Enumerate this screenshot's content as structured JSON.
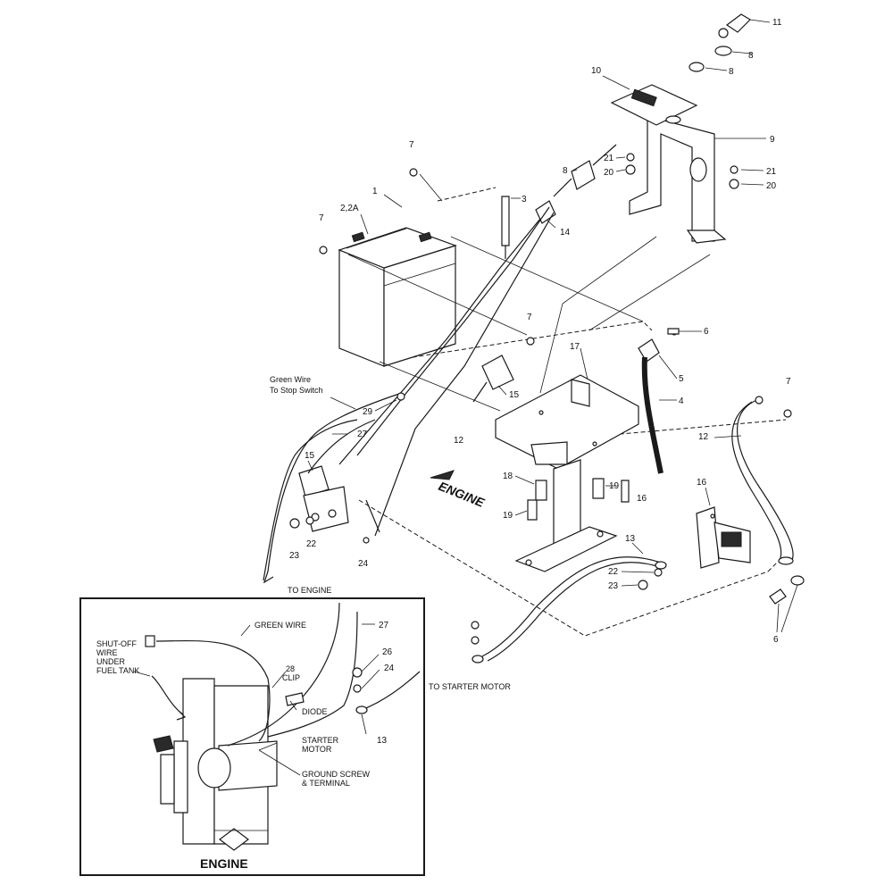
{
  "callouts": {
    "c1": "1",
    "c2": "2,2A",
    "c3": "3",
    "c4": "4",
    "c5": "5",
    "c6a": "6",
    "c6b": "6",
    "c7a": "7",
    "c7b": "7",
    "c7c": "7",
    "c7d": "7",
    "c8a": "8",
    "c8b": "8",
    "c8c": "8",
    "c9": "9",
    "c10": "10",
    "c11": "11",
    "c12a": "12",
    "c12b": "12",
    "c13": "13",
    "c14": "14",
    "c15a": "15",
    "c15b": "15",
    "c16a": "16",
    "c16b": "16",
    "c17": "17",
    "c18": "18",
    "c19a": "19",
    "c19b": "19",
    "c20a": "20",
    "c20b": "20",
    "c21a": "21",
    "c21b": "21",
    "c22a": "22",
    "c22b": "22",
    "c23a": "23",
    "c23b": "23",
    "c24": "24",
    "c27": "27",
    "c29": "29"
  },
  "labels": {
    "green_wire_l1": "Green Wire",
    "green_wire_l2": "To Stop Switch",
    "to_engine": "TO ENGINE",
    "to_starter": "TO STARTER MOTOR",
    "engine_plate": "ENGINE"
  },
  "inset": {
    "title": "ENGINE",
    "green_wire": "GREEN WIRE",
    "shutoff_l1": "SHUT-OFF",
    "shutoff_l2": "WIRE",
    "shutoff_l3": "UNDER",
    "shutoff_l4": "FUEL TANK",
    "clip_num": "28",
    "clip": "CLIP",
    "diode": "DIODE",
    "starter_l1": "STARTER",
    "starter_l2": "MOTOR",
    "ground_l1": "GROUND SCREW",
    "ground_l2": "& TERMINAL",
    "c27": "27",
    "c26": "26",
    "c24": "24",
    "c13": "13"
  }
}
